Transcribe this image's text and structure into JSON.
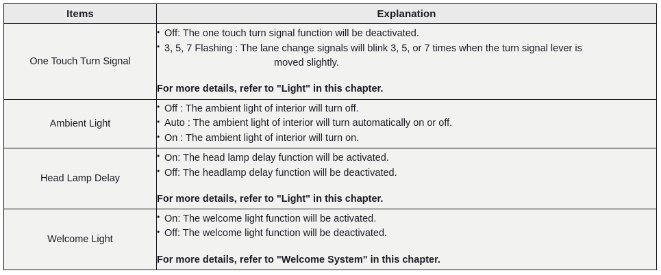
{
  "table": {
    "headers": [
      "Items",
      "Explanation"
    ],
    "rows": [
      {
        "item": "One Touch Turn Signal",
        "bullets": [
          {
            "text": "Off: The one touch turn signal function will be deactivated.",
            "continuation": ""
          },
          {
            "text": "3, 5, 7 Flashing : The lane change signals will blink 3, 5, or 7 times when the turn signal lever is",
            "continuation": "moved slightly."
          }
        ],
        "note": "For more details, refer to \"Light\" in this chapter."
      },
      {
        "item": "Ambient Light",
        "bullets": [
          {
            "text": "Off : The ambient light of interior will turn off.",
            "continuation": ""
          },
          {
            "text": "Auto : The ambient light of interior will turn automatically on or off.",
            "continuation": ""
          },
          {
            "text": "On : The ambient light of interior will turn on.",
            "continuation": ""
          }
        ],
        "note": ""
      },
      {
        "item": "Head Lamp Delay",
        "bullets": [
          {
            "text": "On: The head lamp delay function will be activated.",
            "continuation": ""
          },
          {
            "text": "Off: The headlamp delay function will be deactivated.",
            "continuation": ""
          }
        ],
        "note": "For more details, refer to \"Light\" in this chapter."
      },
      {
        "item": "Welcome Light",
        "bullets": [
          {
            "text": "On: The welcome light function will be activated.",
            "continuation": ""
          },
          {
            "text": "Off: The welcome light function will be deactivated.",
            "continuation": ""
          }
        ],
        "note": "For more details, refer to \"Welcome System\" in this chapter."
      }
    ]
  },
  "colors": {
    "border": "#16161c",
    "header_bg": "#eaeaea",
    "body_bg": "#f2f2f1",
    "text": "#1a1a22"
  }
}
